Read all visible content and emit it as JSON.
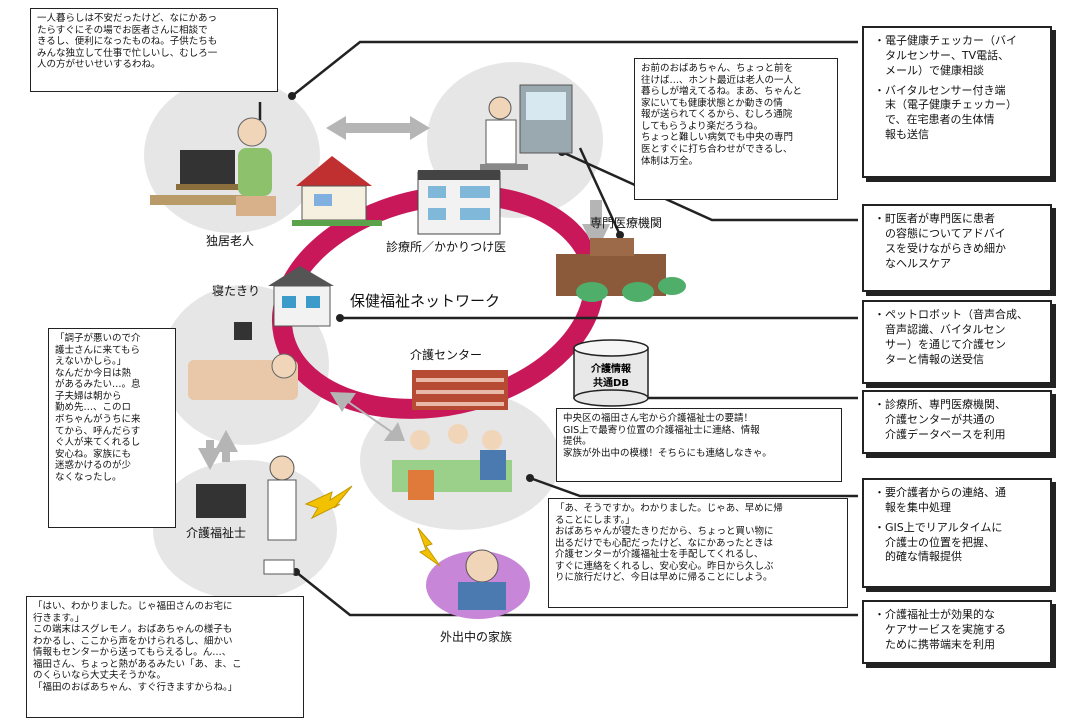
{
  "quotes": {
    "elderly": "一人暮らしは不安だったけど、なにかあっ\nたらすぐにその場でお医者さんに相談で\nきるし、便利になったものね。子供たちも\nみんな独立して仕事で忙しいし、むしろ一\n人の方がせいせいするわね。",
    "clinic": "お前のおばあちゃん、ちょっと前を\n往けば…、ホント最近は老人の一人\n暮らしが増えてるね。まあ、ちゃんと\n家にいても健康状態とか動きの情\n報が送られてくるから、むしろ通院\nしてもらうより楽だろうね。\nちょっと難しい病気でも中央の専門\n医とすぐに打ち合わせができるし、\n体制は万全。",
    "bedridden": "「調子が悪いので介\n護士さんに来てもら\nえないかしら。」\nなんだか今日は熱\nがあるみたい…。息\n子夫婦は朝から\n勤め先…、このロ\nボちゃんがうちに来\nてから、呼んだらす\nぐ人が来てくれるし\n安心ね。家族にも\n迷惑かけるのが少\nなくなったし。",
    "center": "中央区の福田さん宅から介護福祉士の要請！\nGIS上で最寄り位置の介護福祉士に連絡、情報\n提供。\n家族が外出中の模様！そちらにも連絡しなきゃ。",
    "family": "「あ、そうですか。わかりました。じゃあ、早めに帰\nることにします。」\nおばあちゃんが寝たきりだから、ちょっと買い物に\n出るだけでも心配だったけど、なにかあったときは\n介護センターが介護福祉士を手配してくれるし、\nすぐに連絡をくれるし、安心安心。昨日から久しぶ\nりに旅行だけど、今日は早めに帰ることにしよう。",
    "caregiver": "「はい、わかりました。じゃ福田さんのお宅に\n行きます。」\nこの端末はスグレモノ。おばあちゃんの様子も\nわかるし、ここから声をかけられるし、細かい\n情報もセンターから送ってもらえるし。ん…、\n福田さん、ちょっと熱があるみたい「あ、ま、こ\nのくらいなら大丈夫そうかな。\n「福田のおばあちゃん、すぐ行きますからね。」"
  },
  "labels": {
    "elderly": "独居老人",
    "clinic": "診療所／かかりつけ医",
    "specialist": "専門医療機関",
    "bedridden": "寝たきり",
    "network": "保健福祉ネットワーク",
    "care_center": "介護センター",
    "caregiver": "介護福祉士",
    "family": "外出中の家族",
    "db_line1": "介護情報",
    "db_line2": "共通DB"
  },
  "services": [
    [
      "・電子健康チェッカー（バイ\n　タルセンサー、TV電話、\n　メール）で健康相談",
      "・バイタルセンサー付き端\n　末（電子健康チェッカー）\n　で、在宅患者の生体情\n　報も送信"
    ],
    [
      "・町医者が専門医に患者\n　の容態についてアドバイ\n　スを受けながらきめ細か\n　なヘルスケア"
    ],
    [
      "・ペットロボット（音声合成、\n　音声認識、バイタルセン\n　サー）を通じて介護セン\n　ターと情報の送受信"
    ],
    [
      "・診療所、専門医療機関、\n　介護センターが共通の\n　介護データベースを利用"
    ],
    [
      "・要介護者からの連絡、通\n　報を集中処理",
      "・GIS上でリアルタイムに\n　介護士の位置を把握、\n　的確な情報提供"
    ],
    [
      "・介護福祉士が効果的な\n　ケアサービスを実施する\n　ために携帯端末を利用"
    ]
  ],
  "colors": {
    "network_ring": "#c8185a",
    "circle_fill": "#e6e6e6",
    "arrow_gray": "#b5b5b5",
    "lightning": "#f2c200"
  }
}
